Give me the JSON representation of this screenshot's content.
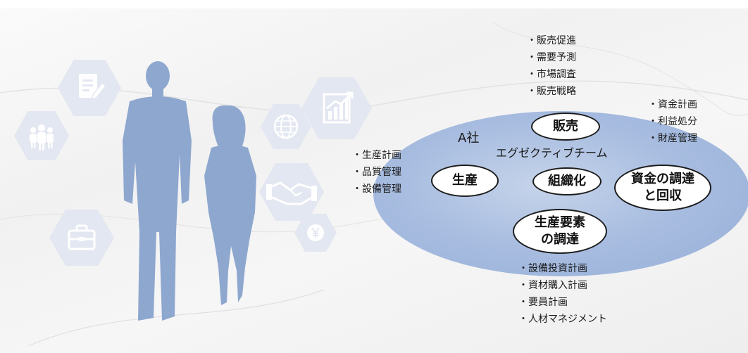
{
  "diagram": {
    "company_label": "A社",
    "center_label": "エグゼクティブチーム",
    "nodes": {
      "sales": "販売",
      "production": "生産",
      "organization": "組織化",
      "finance": "資金の調達\nと回収",
      "procurement": "生産要素\nの調達"
    },
    "lists": {
      "sales": [
        "販売促進",
        "需要予測",
        "市場調査",
        "販売戦略"
      ],
      "production": [
        "生産計画",
        "品質管理",
        "設備管理"
      ],
      "finance": [
        "資金計画",
        "利益処分",
        "財産管理"
      ],
      "procurement": [
        "設備投資計画",
        "資材購入計画",
        "要員計画",
        "人材マネジメント"
      ]
    }
  },
  "decor": {
    "icons": [
      "document-edit-icon",
      "team-icon",
      "toolbox-icon",
      "growth-chart-icon",
      "globe-icon",
      "handshake-icon",
      "yen-icon"
    ],
    "colors": {
      "ellipse": "#a8bde0",
      "silhouette": "#8ea7cf",
      "hexagon": "#e3e7f1",
      "icon": "#ffffff"
    }
  }
}
